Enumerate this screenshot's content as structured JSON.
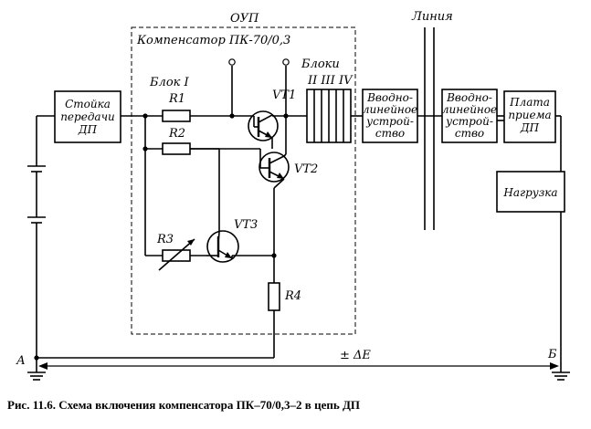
{
  "caption": "Рис. 11.6. Схема включения компенсатора ПК–70/0,3–2 в цепь ДП",
  "labels": {
    "oup": "ОУП",
    "compensator": "Компенсатор ПК-70/0,3",
    "block1": "Блок I",
    "blocks": "Блоки",
    "blocks_roman": "II  III  IV",
    "line": "Линия",
    "r1": "R1",
    "r2": "R2",
    "r3": "R3",
    "r4": "R4",
    "vt1": "VT1",
    "vt2": "VT2",
    "vt3": "VT3",
    "node_a": "А",
    "node_b": "Б",
    "delta_e": "± ΔE"
  },
  "blocks": {
    "station": [
      "Стойка",
      "передачи",
      "ДП"
    ],
    "intro1": [
      "Вводно-",
      "линейное",
      "устрой-",
      "ство"
    ],
    "intro2": [
      "Вводно-",
      "линейное",
      "устрой-",
      "ство"
    ],
    "board": [
      "Плата",
      "приема",
      "ДП"
    ],
    "load": [
      "Нагрузка"
    ]
  }
}
